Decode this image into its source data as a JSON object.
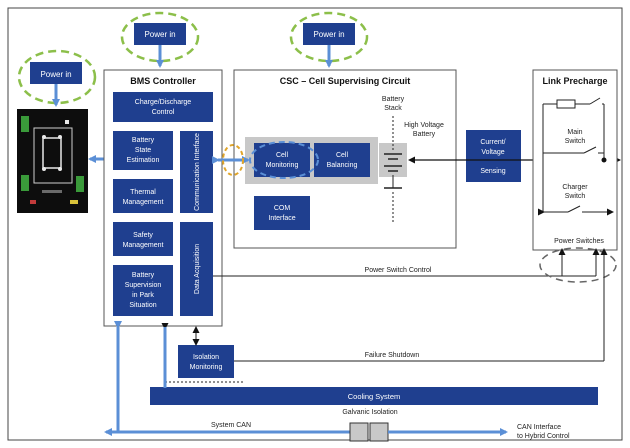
{
  "power_in": {
    "top_left": "Power in",
    "top_bms": "Power in",
    "top_csc": "Power in"
  },
  "bms": {
    "title": "BMS Controller",
    "charge_discharge": [
      "Charge/Discharge",
      "Control"
    ],
    "battery_state": [
      "Battery",
      "State",
      "Estimation"
    ],
    "thermal": [
      "Thermal",
      "Management"
    ],
    "safety": [
      "Safety",
      "Management"
    ],
    "supervision": [
      "Battery",
      "Supervision",
      "in Park",
      "Situation"
    ],
    "comm_interface": "Communication Interface",
    "data_acq": "Data Acquisition"
  },
  "csc": {
    "title": "CSC – Cell Supervising Circuit",
    "battery_stack": [
      "Battery",
      "Stack"
    ],
    "hv_battery": [
      "High Voltage",
      "Battery"
    ],
    "cell_monitoring": [
      "Cell",
      "Monitoring"
    ],
    "cell_balancing": [
      "Cell",
      "Balancing"
    ],
    "com_interface": [
      "COM",
      "Interface"
    ]
  },
  "sensing": [
    "Current/",
    "Voltage",
    "Sensing"
  ],
  "link": {
    "title": "Link Precharge",
    "main_switch": [
      "Main",
      "Switch"
    ],
    "charger_switch": [
      "Charger",
      "Switch"
    ],
    "power_switches": "Power Switches"
  },
  "lines": {
    "power_switch_control": "Power Switch Control",
    "failure_shutdown": "Failure Shutdown",
    "system_can": "System CAN",
    "galvanic_isolation": "Galvanic Isolation",
    "can_interface": [
      "CAN Interface",
      "to Hybrid Control"
    ]
  },
  "isolation": [
    "Isolation",
    "Monitoring"
  ],
  "cooling": "Cooling System",
  "colors": {
    "navy": "#1f3f8f",
    "light_blue": "#5b8fd6",
    "dash_green": "#8cbf4a",
    "gray_box": "#c8c8c8"
  }
}
